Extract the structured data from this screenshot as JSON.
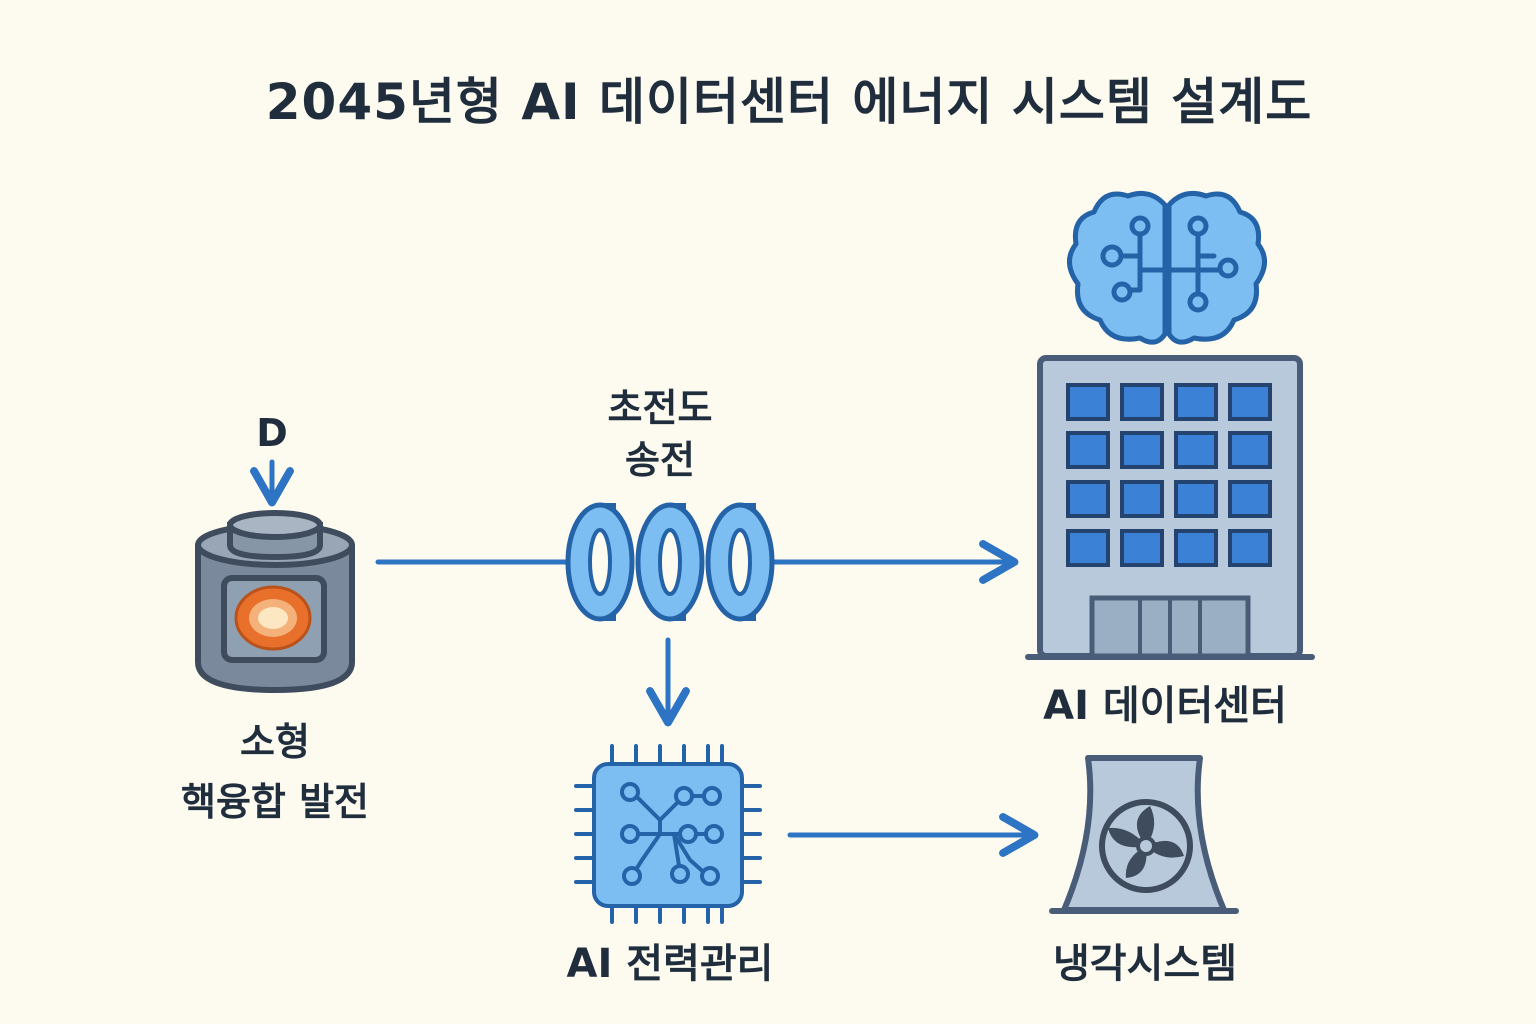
{
  "title": "2045년형 AI 데이터센터 에너지 시스템 설계도",
  "nodes": {
    "fuel_input": "D",
    "fusion": {
      "line1": "소형",
      "line2": "핵융합 발전"
    },
    "superconductor": {
      "line1": "초전도",
      "line2": "송전"
    },
    "datacenter": "AI 데이터센터",
    "power_mgmt": "AI 전력관리",
    "cooling": "냉각시스템"
  },
  "colors": {
    "background": "#fdfbf0",
    "text": "#1f2d3d",
    "arrow": "#2d74c4",
    "icon_blue": "#7cbdf2",
    "icon_outline": "#2563a8",
    "building": "#b9c9dc",
    "building_outline": "#4a5d78",
    "reactor": "#7a8a9c",
    "core_orange": "#e8702a"
  }
}
